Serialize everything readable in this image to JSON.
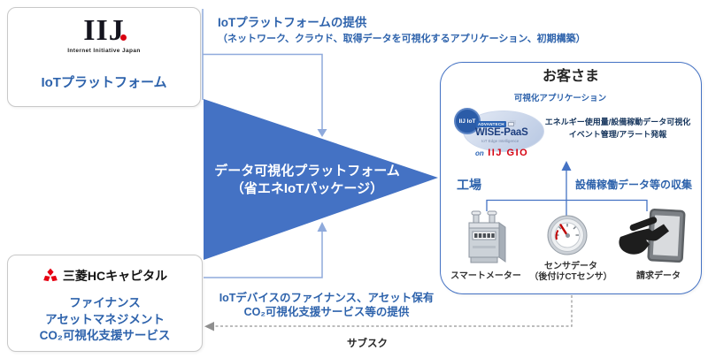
{
  "provider_box": {
    "logo_text": "IIJ",
    "logo_subtext": "Internet Initiative Japan",
    "label": "IoTプラットフォーム"
  },
  "top_flow": {
    "title": "IoTプラットフォームの提供",
    "detail": "（ネットワーク、クラウド、取得データを可視化するアプリケーション、初期構築）"
  },
  "platform_triangle": {
    "line1": "データ可視化プラットフォーム",
    "line2": "（省エネIoTパッケージ）"
  },
  "customer_box": {
    "title": "お客さま",
    "app_label": "可視化アプリケーション",
    "solution_logo": {
      "badge": "IIJ IoT",
      "vendor": "ADVANTECH",
      "product": "WISE-PaaS",
      "product_sub": "IoT Edge Intelligence",
      "on_prefix": "on",
      "infra": "IIJ GIO"
    },
    "features": [
      "エネルギー使用量/設備稼動データ可視化",
      "イベント管理/アラート発報"
    ],
    "factory_label": "工場",
    "collection_label": "設備稼働データ等の収集",
    "devices": [
      {
        "icon": "smart-meter-icon",
        "label": "スマートメーター"
      },
      {
        "icon": "ct-sensor-gauge-icon",
        "label": "センサデータ",
        "label2": "（後付けCTセンサ）"
      },
      {
        "icon": "billing-tablet-icon",
        "label": "請求データ"
      }
    ]
  },
  "finance_box": {
    "company": "三菱HCキャピタル",
    "services": [
      "ファイナンス",
      "アセットマネジメント",
      "CO₂可視化支援サービス"
    ]
  },
  "bottom_flow": {
    "line1": "IoTデバイスのファイナンス、アセット保有",
    "line2": "CO₂可視化支援サービス等の提供",
    "subscription_label": "サブスク"
  },
  "colors": {
    "accent_blue_text": "#2E63AC",
    "triangle_fill": "#4472C4",
    "connector_light": "#8FAADC",
    "customer_border": "#4472C4",
    "feature_navy": "#17365D",
    "brand_red": "#E60012",
    "dashed_gray": "#A6A6A6"
  }
}
